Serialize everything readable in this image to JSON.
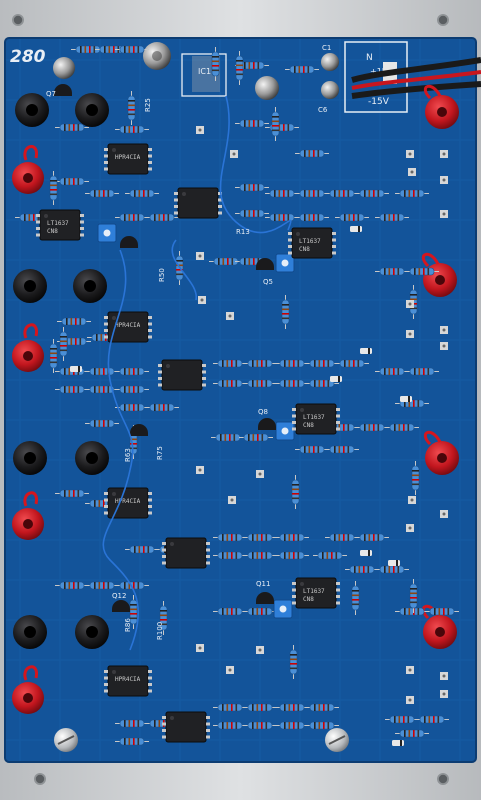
{
  "board": {
    "module_number": "280",
    "labels": {
      "ic1": "IC1",
      "r25": "R25",
      "r13": "R13",
      "r50": "R50",
      "r63": "R63",
      "r75": "R75",
      "r86": "R86",
      "r100": "R100",
      "q5": "Q5",
      "q7": "Q7",
      "q8": "Q8",
      "q11": "Q11",
      "q12": "Q12",
      "c1": "C1",
      "c6": "C6",
      "n": "N",
      "plus15": "+15V",
      "minus15": "-15V"
    },
    "chips": {
      "lt_part": "LT1637",
      "lt_sub": "CN8",
      "hp_part": "HPR4CIA"
    }
  },
  "colors": {
    "panel": "#cfd2d4",
    "pcb": "#13549a",
    "jack_red": "#c2161e",
    "jack_black": "#1b1b1d",
    "resistor": "#4a8fd6",
    "trimmer": "#2f7fd9"
  }
}
